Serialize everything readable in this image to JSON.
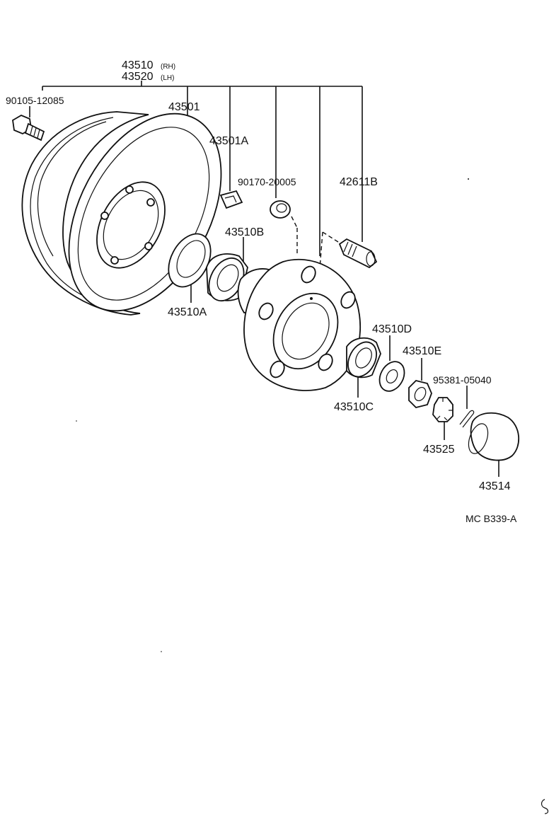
{
  "labels": {
    "assy_rh": "43510",
    "assy_rh_side": "(RH)",
    "assy_lh": "43520",
    "assy_lh_side": "(LH)",
    "bolt": "90105-12085",
    "drum": "43501",
    "clip": "43501A",
    "nut_plug": "90170-20005",
    "stud": "42611B",
    "bearing_outer": "43510B",
    "seal": "43510A",
    "bearing_inner": "43510C",
    "washer": "43510D",
    "nut": "43510E",
    "cotter_pin": "95381-05040",
    "lock_cap": "43525",
    "grease_cap": "43514",
    "diagram_code": "MC B339-A"
  }
}
